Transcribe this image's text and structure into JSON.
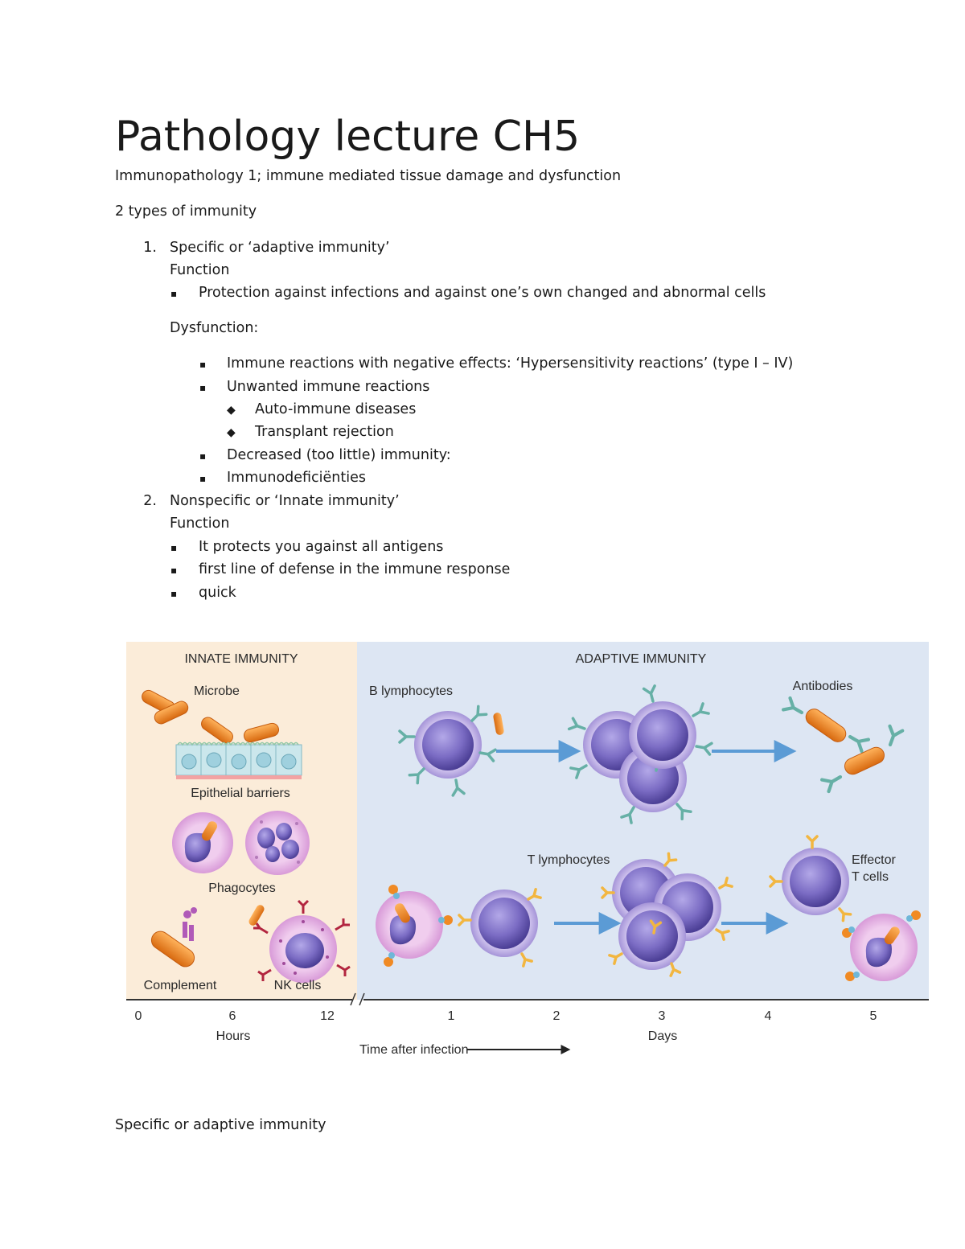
{
  "title": "Pathology lecture CH5",
  "subtitle": "Immunopathology 1; immune mediated tissue damage and dysfunction",
  "intro": "2 types of immunity",
  "item1": {
    "number": "1.",
    "heading": "Specific or ‘adaptive immunity’",
    "function_label": "Function",
    "function_points": [
      "Protection against infections and against one’s own changed and abnormal cells"
    ],
    "dysfunction_label": "Dysfunction:",
    "dysfunction_points": [
      "Immune reactions with negative effects: ‘Hypersensitivity reactions’ (type I – IV)",
      "Unwanted immune reactions",
      "Decreased (too little) immunity:",
      "Immunodeficiënties"
    ],
    "unwanted_subpoints": [
      "Auto-immune diseases",
      "Transplant rejection"
    ]
  },
  "item2": {
    "number": "2.",
    "heading": "Nonspecific or ‘Innate immunity’",
    "function_label": "Function",
    "function_points": [
      "It protects you against all antigens",
      "first line of defense in the immune response",
      "quick"
    ]
  },
  "figure": {
    "innate_title": "INNATE IMMUNITY",
    "adaptive_title": "ADAPTIVE IMMUNITY",
    "labels": {
      "microbe": "Microbe",
      "epithelial": "Epithelial barriers",
      "phagocytes": "Phagocytes",
      "complement": "Complement",
      "nk": "NK cells",
      "b_lymph": "B lymphocytes",
      "antibodies": "Antibodies",
      "t_lymph": "T lymphocytes",
      "effector_1": "Effector",
      "effector_2": "T cells"
    },
    "hour_ticks": [
      "0",
      "6",
      "12"
    ],
    "day_ticks": [
      "1",
      "2",
      "3",
      "4",
      "5"
    ],
    "hours_label": "Hours",
    "days_label": "Days",
    "time_label": "Time after infection",
    "colors": {
      "innate_bg": "#fbecd9",
      "adaptive_bg": "#dde6f3",
      "microbe": "#f08a24",
      "lymphocyte": "#7b6cc4",
      "phagocyte": "#dba6da",
      "antibody": "#66b0a6",
      "tcr": "#f2b640",
      "arrow": "#5b9bd5"
    }
  },
  "footer": "Specific or adaptive immunity"
}
